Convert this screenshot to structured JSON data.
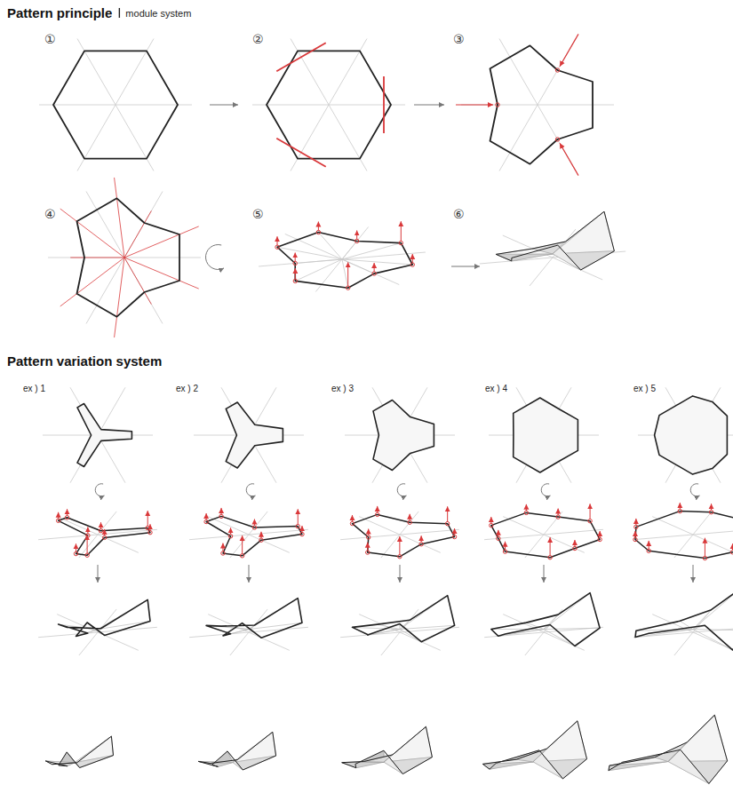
{
  "diagram": {
    "title": "Pattern principle",
    "labels": [
      "module system",
      "①",
      "②",
      "③",
      "④",
      "⑤",
      "⑥",
      "Pattern variation system",
      "ex ) 1",
      "ex ) 2",
      "ex ) 3",
      "ex ) 4",
      "ex ) 5"
    ]
  }
}
